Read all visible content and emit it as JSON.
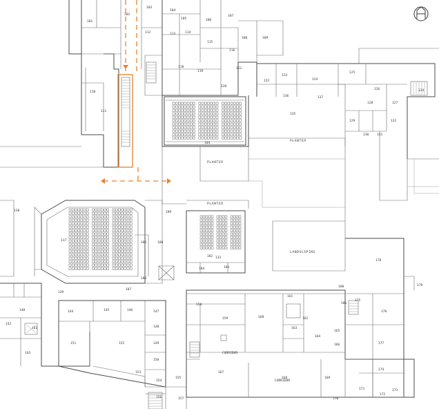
{
  "colors": {
    "route": "#e8832a",
    "walls": "#4a4a4a",
    "background": "#ffffff"
  },
  "compass": {
    "icon": "north-arrow-icon"
  },
  "labels": {
    "planter_top": "PLANTER",
    "planter_mid": "PLANTER",
    "planter_side": "PLANTER",
    "landscaping": "LANDSCAPING",
    "corridor_top": "CORRIDOR",
    "corridor_mid": "CORRIDOR",
    "theater_main": "117",
    "lecture_a": "133",
    "lecture_b": "104"
  },
  "rooms": [
    "101",
    "102",
    "103",
    "104",
    "105",
    "106",
    "107",
    "108",
    "109",
    "110",
    "111",
    "112",
    "113",
    "114",
    "115",
    "116",
    "118",
    "119",
    "120",
    "121",
    "122",
    "123",
    "124",
    "125",
    "126",
    "127",
    "128",
    "129",
    "130",
    "131",
    "132",
    "134",
    "135",
    "136",
    "137",
    "138",
    "139",
    "140",
    "141",
    "142",
    "143",
    "144",
    "145",
    "146",
    "147",
    "148",
    "149",
    "150",
    "151",
    "152",
    "153",
    "154",
    "155",
    "156",
    "157",
    "158",
    "159",
    "160",
    "161",
    "162",
    "163",
    "164",
    "165",
    "166",
    "167",
    "168",
    "169",
    "170",
    "171",
    "172",
    "173",
    "174",
    "175",
    "176",
    "177",
    "178",
    "179",
    "180",
    "181",
    "182",
    "183",
    "184",
    "185",
    "186",
    "187",
    "188",
    "189",
    "190"
  ]
}
